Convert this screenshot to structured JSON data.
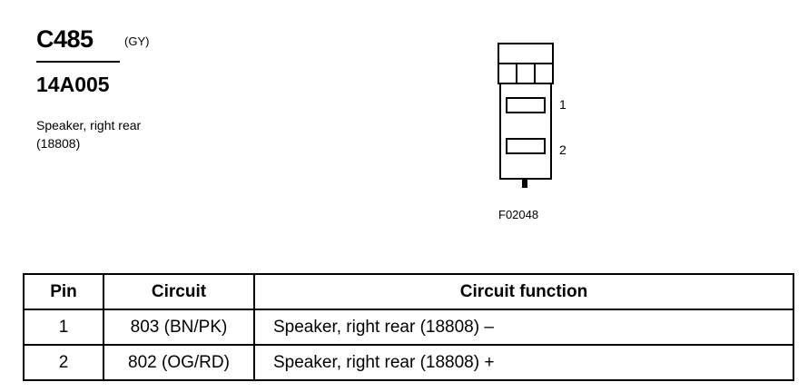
{
  "header": {
    "connector_id": "C485",
    "connector_color": "(GY)",
    "part_number": "14A005",
    "description": [
      "Speaker, right rear",
      "(18808)"
    ]
  },
  "diagram": {
    "pin_labels": [
      "1",
      "2"
    ],
    "figure_label": "F02048"
  },
  "table": {
    "headers": [
      "Pin",
      "Circuit",
      "Circuit function"
    ],
    "rows": [
      {
        "pin": "1",
        "circuit": "803 (BN/PK)",
        "function": "Speaker, right rear (18808) –"
      },
      {
        "pin": "2",
        "circuit": "802 (OG/RD)",
        "function": "Speaker, right rear (18808) +"
      }
    ]
  }
}
